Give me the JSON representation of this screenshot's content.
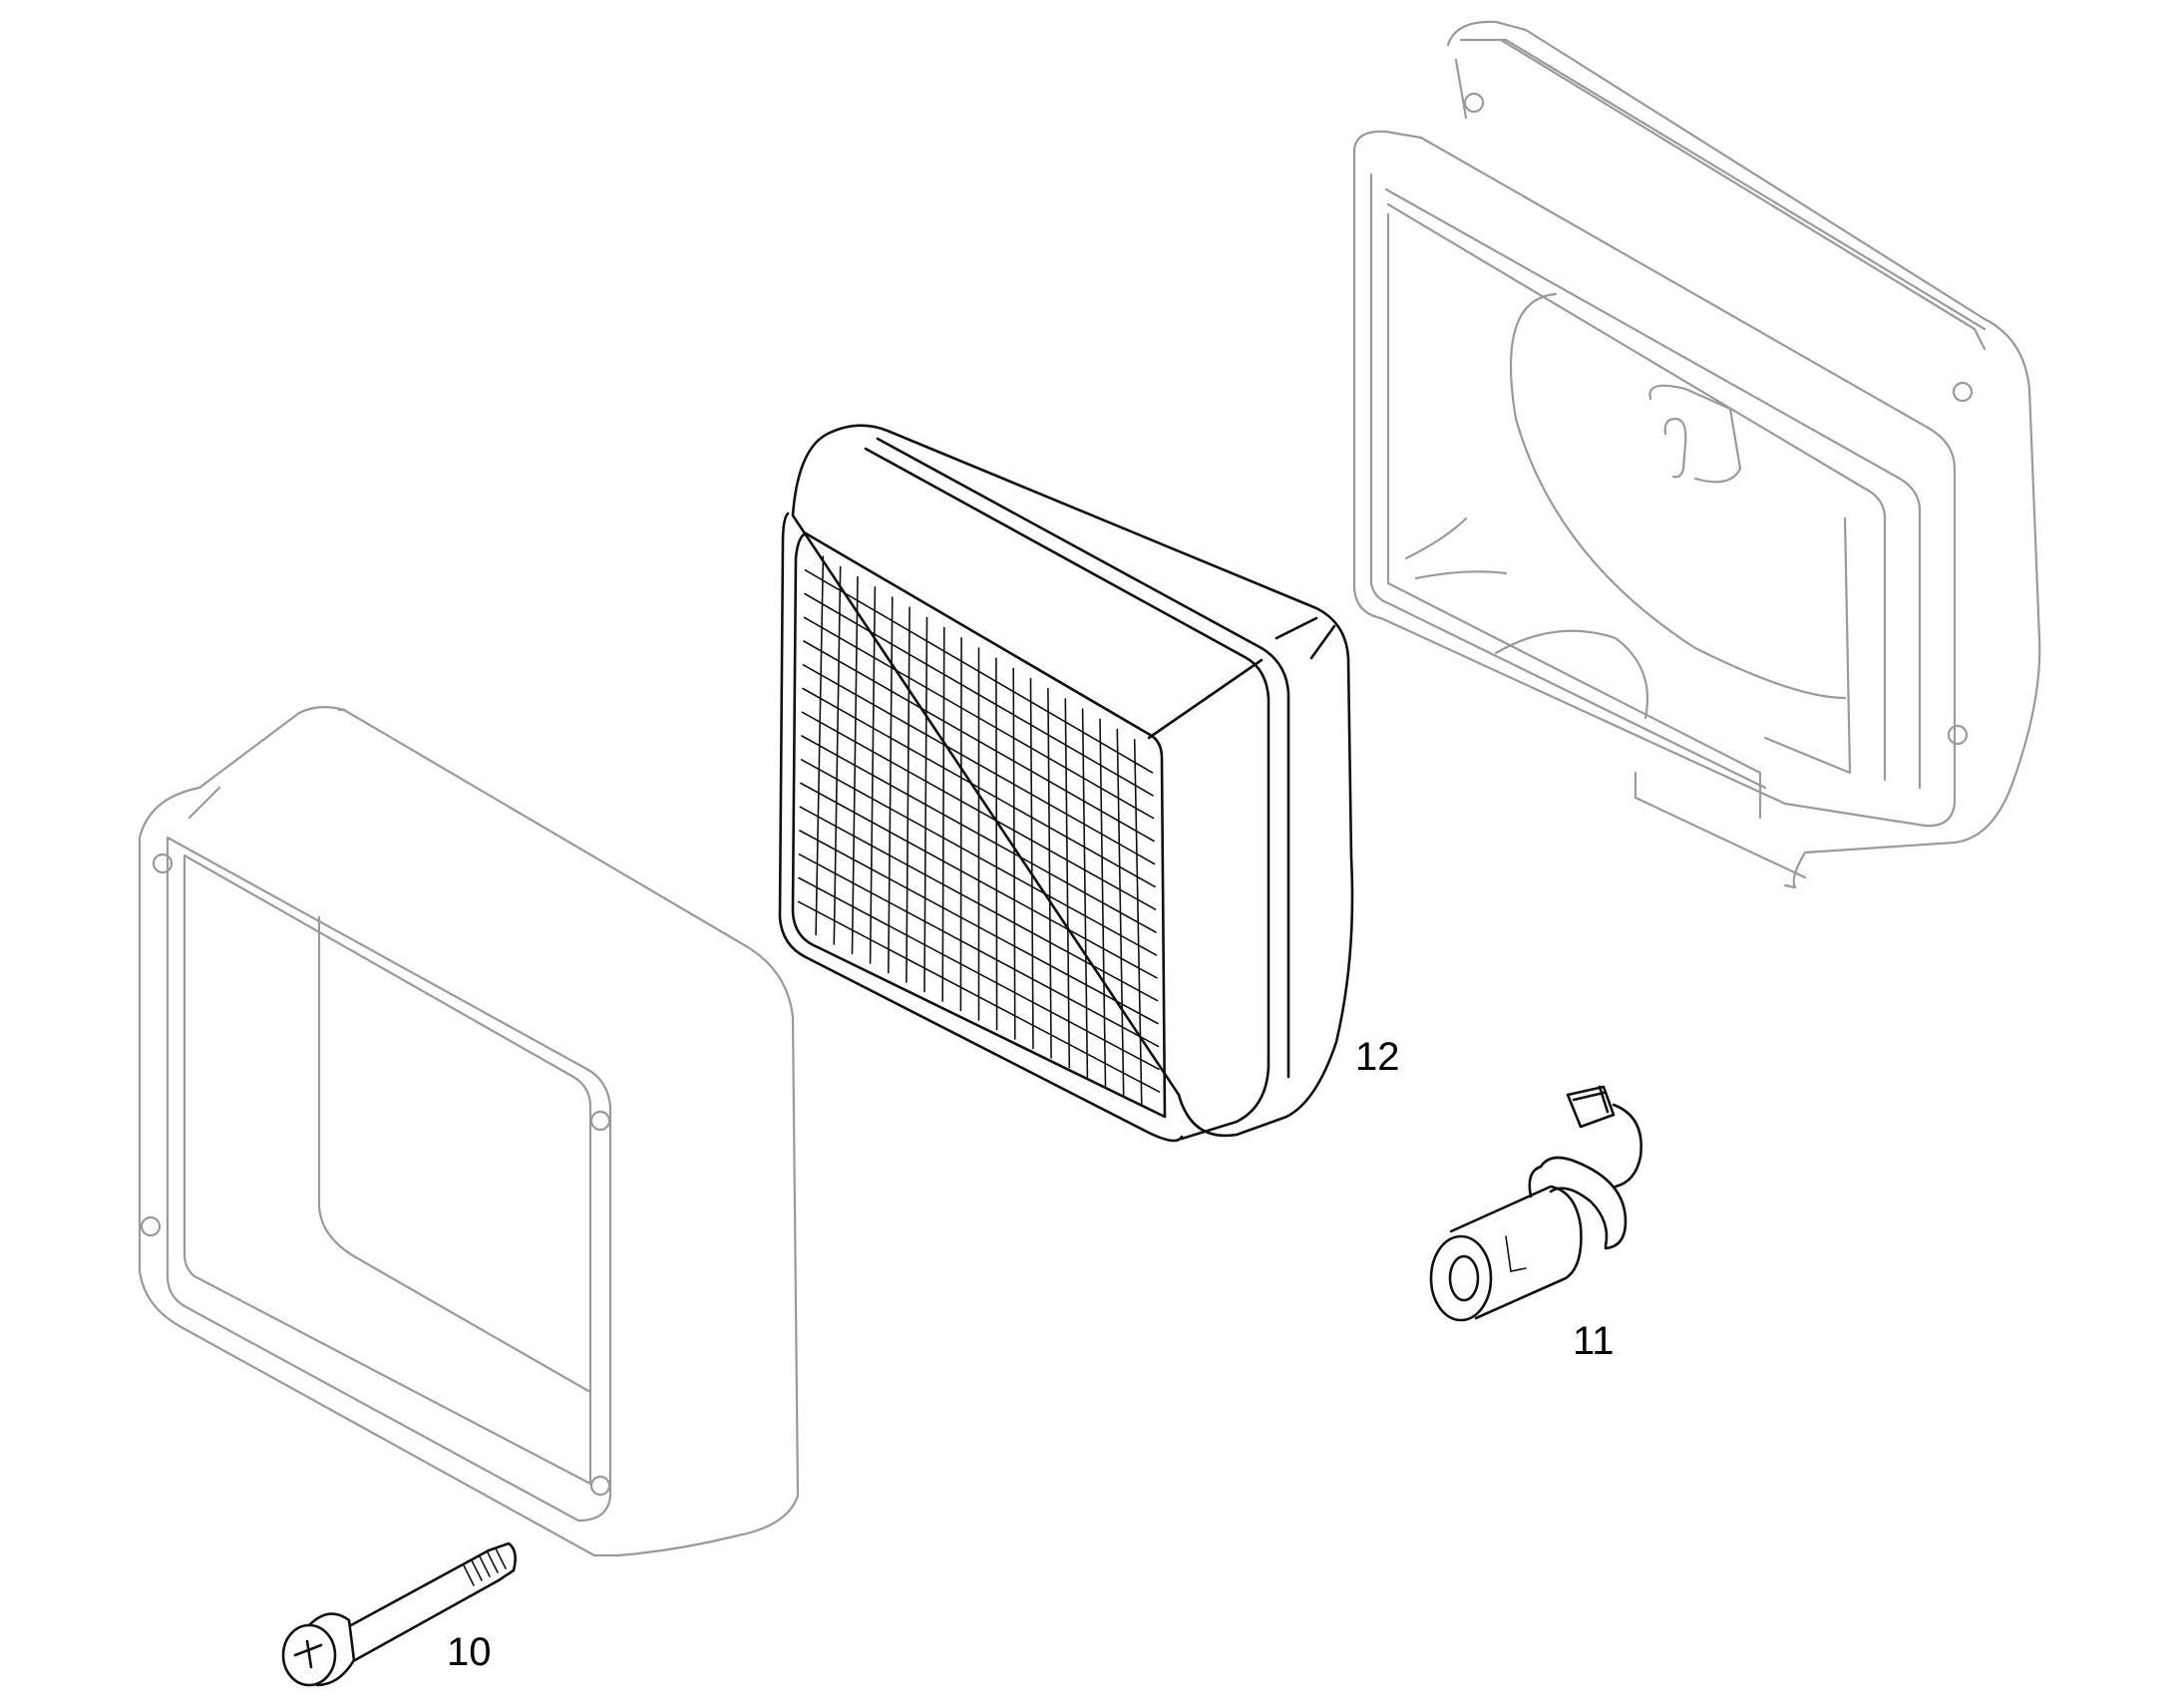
{
  "parts": [
    {
      "id": "bezel",
      "callout": ""
    },
    {
      "id": "lens-unit",
      "callout": "12"
    },
    {
      "id": "housing",
      "callout": ""
    },
    {
      "id": "bulb",
      "callout": "11"
    },
    {
      "id": "screw",
      "callout": "10"
    }
  ],
  "colors": {
    "outline_dark": "#111111",
    "outline_faint": "#9a9a9a",
    "background": "#ffffff"
  }
}
